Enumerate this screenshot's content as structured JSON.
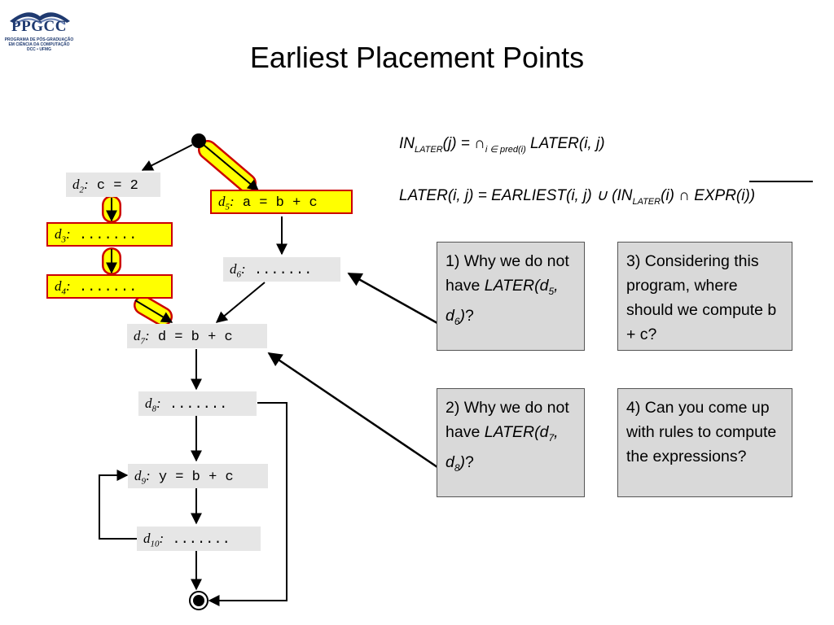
{
  "logo": {
    "text": "PPGCC",
    "sub1": "PROGRAMA DE PÓS-GRADUAÇÃO",
    "sub2": "EM CIÊNCIA DA COMPUTAÇÃO",
    "sub3": "DCC • UFMG"
  },
  "title": "Earliest Placement Points",
  "nodes": [
    {
      "id": "d2",
      "label": "d",
      "sub": "2",
      "code": "c = 2"
    },
    {
      "id": "d3",
      "label": "d",
      "sub": "3",
      "code": ".......",
      "highlight": true
    },
    {
      "id": "d4",
      "label": "d",
      "sub": "4",
      "code": ".......",
      "highlight": true
    },
    {
      "id": "d5",
      "label": "d",
      "sub": "5",
      "code": "a = b + c",
      "highlight": true
    },
    {
      "id": "d6",
      "label": "d",
      "sub": "6",
      "code": "......."
    },
    {
      "id": "d7",
      "label": "d",
      "sub": "7",
      "code": "d = b + c"
    },
    {
      "id": "d8",
      "label": "d",
      "sub": "8",
      "code": "......."
    },
    {
      "id": "d9",
      "label": "d",
      "sub": "9",
      "code": "y = b + c"
    },
    {
      "id": "d10",
      "label": "d",
      "sub": "10",
      "code": "......."
    }
  ],
  "formula1": {
    "in": "IN",
    "in_sub": "LATER",
    "rest1": "(j) = ∩",
    "idx": "i ∈ pred(i)",
    "rest2": " LATER(i, j)"
  },
  "formula2": {
    "p1": "LATER(i, j) = EARLIEST(i, j) ∪ (IN",
    "sub": "LATER",
    "p2": "(i) ∩ ",
    "expr": "EXPR(i))"
  },
  "questions": {
    "q1": {
      "text": "1) Why we do not have",
      "later": "LATER(d",
      "s1": "5",
      "mid": ", d",
      "s2": "6",
      "end": ")",
      "q": "?"
    },
    "q2": {
      "text": "2) Why we do not have",
      "later": "LATER(d",
      "s1": "7",
      "mid": ", d",
      "s2": "8",
      "end": ")",
      "q": "?"
    },
    "q3": {
      "text": "3) Considering this program, where should we compute b + c?"
    },
    "q4": {
      "text": "4) Can you come up with rules to compute the expressions?"
    }
  },
  "colors": {
    "highlight": "#ffff00",
    "highlight_border": "#cc0000",
    "node": "#e6e6e6",
    "question_box": "#d9d9d9"
  }
}
